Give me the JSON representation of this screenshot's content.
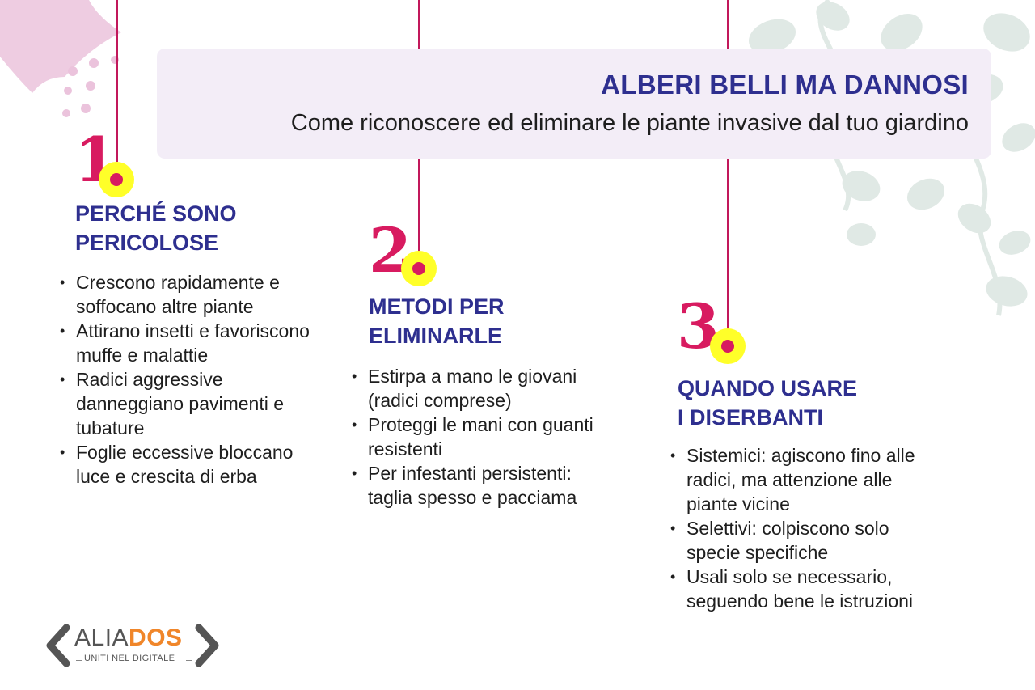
{
  "header": {
    "title": "ALBERI BELLI MA DANNOSI",
    "subtitle": "Come riconoscere ed eliminare le piante invasive dal tuo giardino"
  },
  "colors": {
    "accent_pink": "#d81b60",
    "title_blue": "#2e2f8f",
    "dot_yellow": "#ffff29",
    "header_bg": "#f3edf7"
  },
  "steps": [
    {
      "number": "1",
      "title": "PERCHÉ SONO\nPERICOLOSE",
      "bullets": [
        "Crescono rapidamente e soffocano altre piante",
        "Attirano insetti e favoriscono muffe e malattie",
        "Radici aggressive danneggiano pavimenti e tubature",
        "Foglie eccessive bloccano luce e crescita di erba"
      ]
    },
    {
      "number": "2",
      "title": "METODI PER\nELIMINARLE",
      "bullets": [
        "Estirpa a mano le giovani (radici comprese)",
        "Proteggi le mani con guanti resistenti",
        "Per infestanti persistenti: taglia spesso e pacciama"
      ]
    },
    {
      "number": "3",
      "title": "QUANDO USARE\nI DISERBANTI",
      "bullets": [
        "Sistemici: agiscono fino alle radici, ma attenzione alle piante vicine",
        "Selettivi: colpiscono solo specie specifiche",
        "Usali solo se necessario, seguendo bene le istruzioni"
      ]
    }
  ],
  "logo": {
    "word_part1": "ALIA",
    "word_part2": "DOS",
    "tagline": "UNITI NEL DIGITALE"
  },
  "icons": [
    "bell-flower-icon",
    "leaf-vine-icon",
    "chevron-left-icon",
    "chevron-right-icon"
  ]
}
